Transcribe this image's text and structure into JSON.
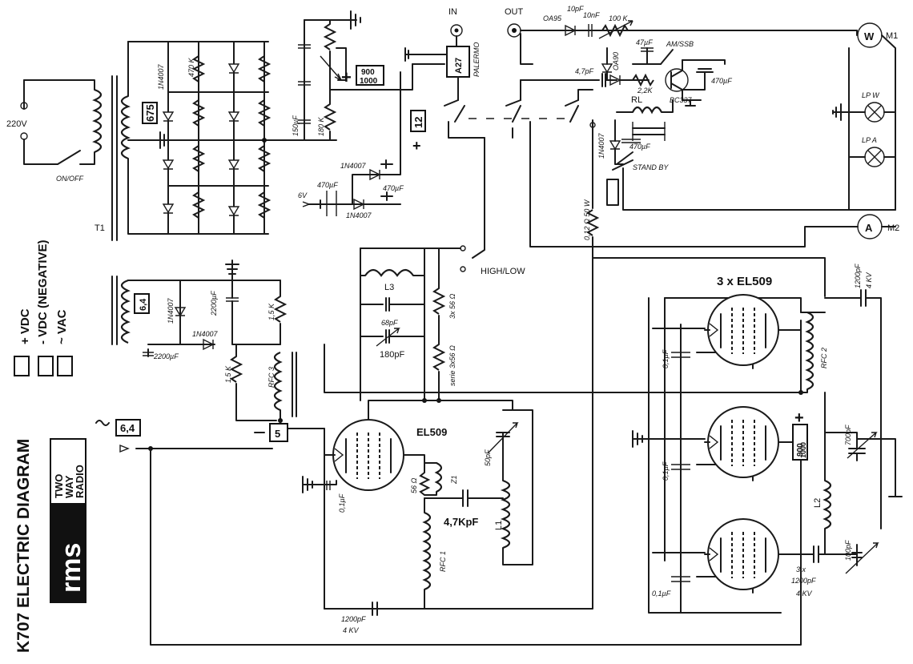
{
  "title": "K707 ELECTRIC DIAGRAM",
  "logo": {
    "rms": "rms",
    "line1": "TWO",
    "line2": "WAY",
    "line3": "RADIO"
  },
  "legend": {
    "vdc_pos": "+ VDC",
    "vdc_neg": "- VDC (NEGATIVE)",
    "vac": "~ VAC"
  },
  "mains": {
    "voltage": "220V",
    "switch": "ON/OFF",
    "transformer": "T1"
  },
  "secondaries": {
    "hv": "675",
    "heater": "6,4",
    "heater_out": "6,4",
    "neg": "5"
  },
  "labels": {
    "in": "IN",
    "out": "OUT",
    "relay_part": "A27",
    "relay_note": "PALERMO",
    "diode_oa95": "OA95",
    "cap_10pf": "10pF",
    "cap_10nf_top": "10nF",
    "pot_100k": "100 K",
    "meter_w": "W",
    "meter_w_name": "M1",
    "meter_a": "A",
    "meter_a_name": "M2",
    "lamp_w": "LP W",
    "lamp_a": "LP A",
    "am_ssb": "AM/SSB",
    "cap_47uf": "47µF",
    "transistor": "BC337",
    "res_2k2": "2,2K",
    "cap_470uf_r": "470µF",
    "cap_47pf": "4,7pF",
    "diode_oa90": "OA90",
    "relay": "RL",
    "diode_1n4007_r": "1N4007",
    "cap_470uf_rl": "470µF",
    "standby": "STAND BY",
    "res_012": "0,12 Ω 50 W",
    "hv_plus": "+",
    "hv_box_line1": "900",
    "hv_box_line2": "1000",
    "cap_150uf": "150µF",
    "res_180k": "180 K",
    "res_470k": "470 K",
    "diode_1n4007_a": "1N4007",
    "v12_box": "12",
    "v12_plus": "+",
    "diode_1n4007_b": "1N4007",
    "diode_1n4007_c": "1N4007",
    "cap_470uf_a": "470µF",
    "cap_470uf_b": "470µF",
    "v6": "6V",
    "high_low": "HIGH/LOW",
    "l3": "L3",
    "cap_68pf": "68pF",
    "cap_180pf": "180pF",
    "res_3x56": "3x 56 Ω",
    "res_serie": "serie 3x56 Ω",
    "heater_diode": "1N4007",
    "heater_diode2": "1N4007",
    "cap_2200uf_a": "2200µF",
    "cap_2200uf_b": "2200µF",
    "res_1k5_a": "1,5 K",
    "res_1k5_b": "1,5 K",
    "rfc3": "RFC 3",
    "tube_driver": "EL509",
    "cap_01uf": "0,1µF",
    "res_56": "56 Ω",
    "z1": "Z1",
    "cap_4k7": "4,7KpF",
    "l1": "L1",
    "cap_50pf": "50pF",
    "rfc1": "RFC 1",
    "cap_1200_bot": "1200pF",
    "kv_bot": "4 KV",
    "finals": "3 x EL509",
    "cap_1200_top": "1200pF",
    "kv_top": "4 KV",
    "rfc2": "RFC 2",
    "hv_minus_plus": "+",
    "hv_box2_line1": "900",
    "hv_box2_line2": "1000",
    "cap_700pf": "700pF",
    "l2": "L2",
    "cap_100pf": "100pF",
    "cap_1200_out_a": "3 x",
    "cap_1200_out_b": "1200pF",
    "cap_1200_out_c": "4 KV",
    "cap_01uf_a": "0,1µF",
    "cap_01uf_b": "0,1µF",
    "cap_01uf_c": "0,1µF"
  }
}
